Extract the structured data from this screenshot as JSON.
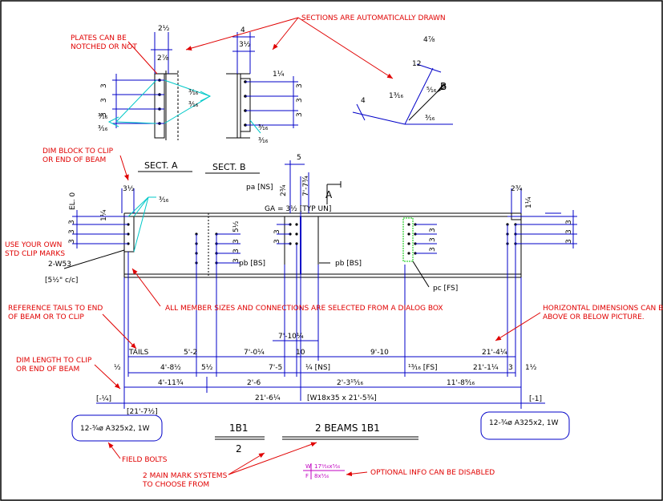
{
  "notes": {
    "sections_drawn": "SECTIONS ARE AUTOMATICALLY DRAWN",
    "plates_notched_1": "PLATES CAN BE",
    "plates_notched_2": "NOTCHED OR NOT",
    "dim_block_1": "DIM BLOCK TO CLIP",
    "dim_block_2": "OR END OF BEAM",
    "own_clip_1": "USE YOUR OWN",
    "own_clip_2": "STD CLIP MARKS",
    "ref_tails_1": "REFERENCE TAILS TO END",
    "ref_tails_2": "OF BEAM OR TO CLIP",
    "all_members": "ALL MEMBER SIZES AND CONNECTIONS ARE SELECTED FROM A DIALOG BOX",
    "horiz_dims_1": "HORIZONTAL DIMENSIONS CAN BE",
    "horiz_dims_2": "ABOVE OR BELOW PICTURE.",
    "dim_length_1": "DIM LENGTH TO CLIP",
    "dim_length_2": "OR END OF BEAM",
    "field_bolts": "FIELD BOLTS",
    "main_mark_1": "2 MAIN MARK SYSTEMS",
    "main_mark_2": "TO CHOOSE FROM",
    "optional_info": "OPTIONAL INFO CAN BE DISABLED"
  },
  "sections": {
    "a": "SECT. A",
    "b": "SECT. B",
    "a_marker": "A",
    "b_marker": "B"
  },
  "labels": {
    "el": "EL. 0",
    "clip_mark": "2-W53",
    "clip_spacing": "[5½\" c/c]",
    "pa_ns": "pa [NS]",
    "ga": "GA = 3½ [TYP UN]",
    "pb_bs_left": "pb [BS]",
    "pb_bs_right": "pb [BS]",
    "pc_fs": "pc [FS]",
    "tails": "TAILS",
    "bolts_left": "12-¾ø A325x2, 1W",
    "bolts_right": "12-¾ø A325x2, 1W",
    "mark_top": "1B1",
    "mark_bottom": "2",
    "mark_beams": "2 BEAMS 1B1",
    "opt_w": "W",
    "opt_w_val": "17⁹⁄₁₆x⁵⁄₁₆",
    "opt_f": "F",
    "opt_f_val": "8x⁵⁄₁₆"
  },
  "dims": {
    "d5_2": "5'-2",
    "d7_0": "7'-0¼",
    "d7_10": "7'-10¼",
    "d9_10": "9'-10",
    "d21_4": "21'-4¼",
    "d4_8": "4'-8½",
    "d5half": "5½",
    "d7_5": "7'-5",
    "d10": "10",
    "d_quarter_ns": "¼ [NS]",
    "d2_3": "2'-3¹⁵⁄₁₆",
    "d13_fs": "¹³⁄₁₆ [FS]",
    "d21_1": "21'-1¼",
    "d3": "3",
    "d1half_l": "½",
    "d1half_r": "1½",
    "d4_11": "4'-11¾",
    "d2_6": "2'-6",
    "d2_3b": "2'-3¹⁵⁄₁₆",
    "d11_8": "11'-8⁹⁄₁₆",
    "overall": "21'-6¼",
    "beam_size": "[W18x35 x 21'-5¾]",
    "neg_quarter": "[-¼]",
    "neg_one": "[-1]",
    "clip_len": "[21'-7½]",
    "top_5": "5",
    "top_2_3": "2¾",
    "top_7_7": "7'-7¾",
    "top_3half_l": "3½",
    "top_2_3r": "2¾",
    "top_1_4": "1¼",
    "top_1_4r": "1¼"
  }
}
